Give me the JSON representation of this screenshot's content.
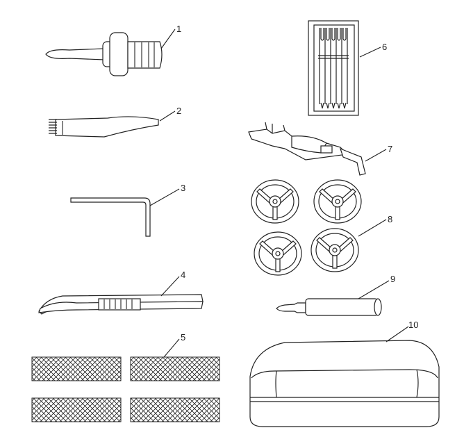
{
  "figure": {
    "callouts": [
      {
        "id": "1",
        "text": "1"
      },
      {
        "id": "2",
        "text": "2"
      },
      {
        "id": "3",
        "text": "3"
      },
      {
        "id": "4",
        "text": "4"
      },
      {
        "id": "5",
        "text": "5"
      },
      {
        "id": "6",
        "text": "6"
      },
      {
        "id": "7",
        "text": "7"
      },
      {
        "id": "8",
        "text": "8"
      },
      {
        "id": "9",
        "text": "9"
      },
      {
        "id": "10",
        "text": "10"
      }
    ],
    "colors": {
      "ink": "#222222",
      "background": "#ffffff"
    },
    "icons": [
      "screwdriver-icon",
      "lint-brush-icon",
      "hex-key-icon",
      "tweezers-icon",
      "felt-pads-icon",
      "needle-pack-icon",
      "needle-threader-icon",
      "bobbins-icon",
      "oiler-icon",
      "accessory-case-icon"
    ]
  }
}
